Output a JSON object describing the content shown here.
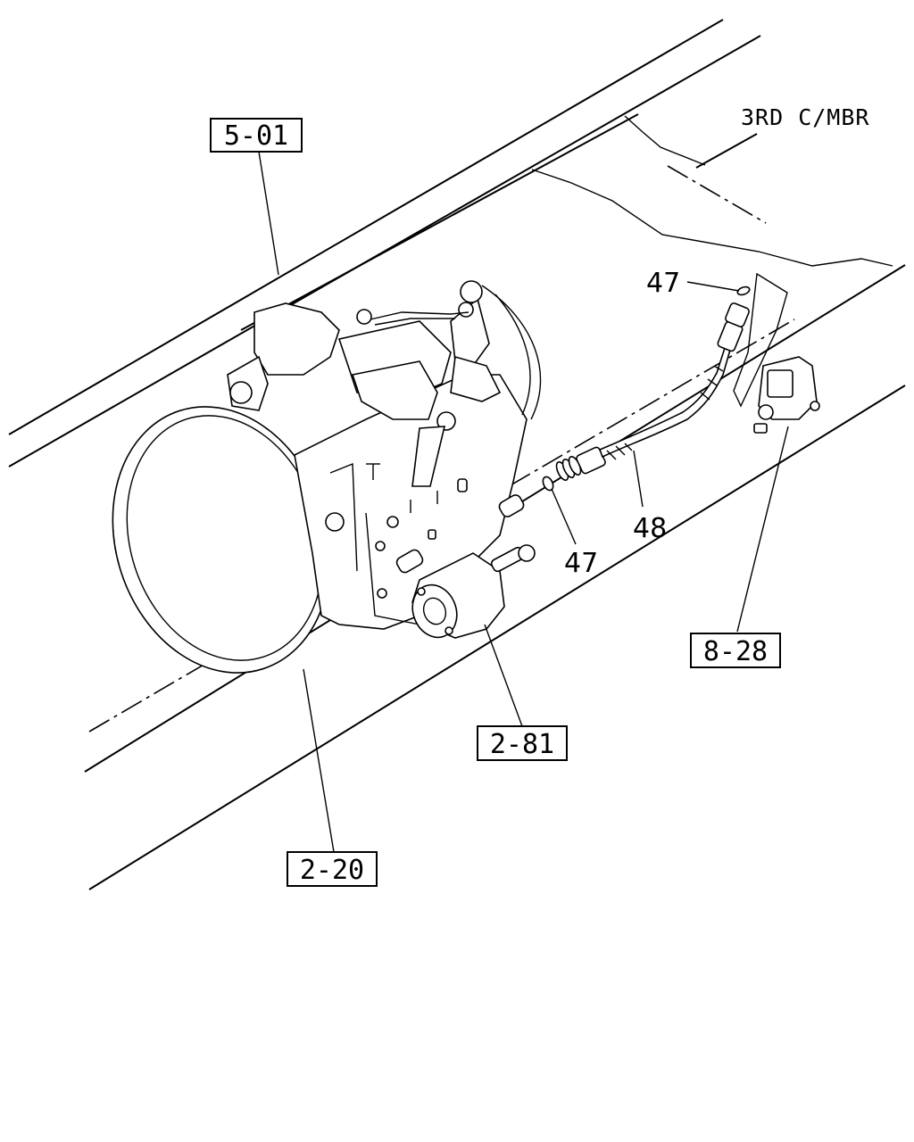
{
  "diagram": {
    "note_text": "3RD C/MBR",
    "ref_boxes": {
      "transmission_control": "5-01",
      "hydraulic_unit": "8-28",
      "clutch_slave_cylinder": "2-81",
      "transmission_assembly": "2-20"
    },
    "part_numbers": {
      "o_ring_upper": "47",
      "o_ring_lower": "47",
      "hose": "48"
    }
  }
}
